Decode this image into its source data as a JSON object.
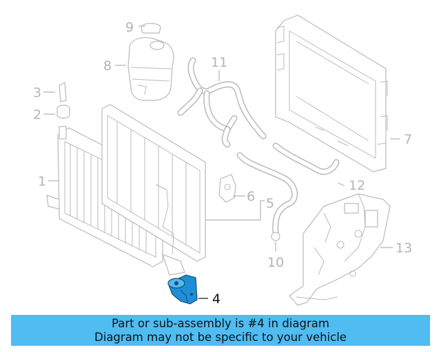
{
  "parts": [
    {
      "number": "1",
      "highlighted": false
    },
    {
      "number": "2",
      "highlighted": false
    },
    {
      "number": "3",
      "highlighted": false
    },
    {
      "number": "4",
      "highlighted": true
    },
    {
      "number": "5",
      "highlighted": false
    },
    {
      "number": "6",
      "highlighted": false
    },
    {
      "number": "7",
      "highlighted": false
    },
    {
      "number": "8",
      "highlighted": false
    },
    {
      "number": "9",
      "highlighted": false
    },
    {
      "number": "10",
      "highlighted": false
    },
    {
      "number": "11",
      "highlighted": false
    },
    {
      "number": "12",
      "highlighted": false
    },
    {
      "number": "13",
      "highlighted": false
    }
  ],
  "banner": {
    "line1": "Part or sub-assembly is #4 in diagram",
    "line2": "Diagram may not be specific to your vehicle"
  },
  "colors": {
    "highlight_part": "#1e8fd6",
    "banner_background": "#4fbcf2",
    "ghost_lines": "#b9b9b9"
  }
}
